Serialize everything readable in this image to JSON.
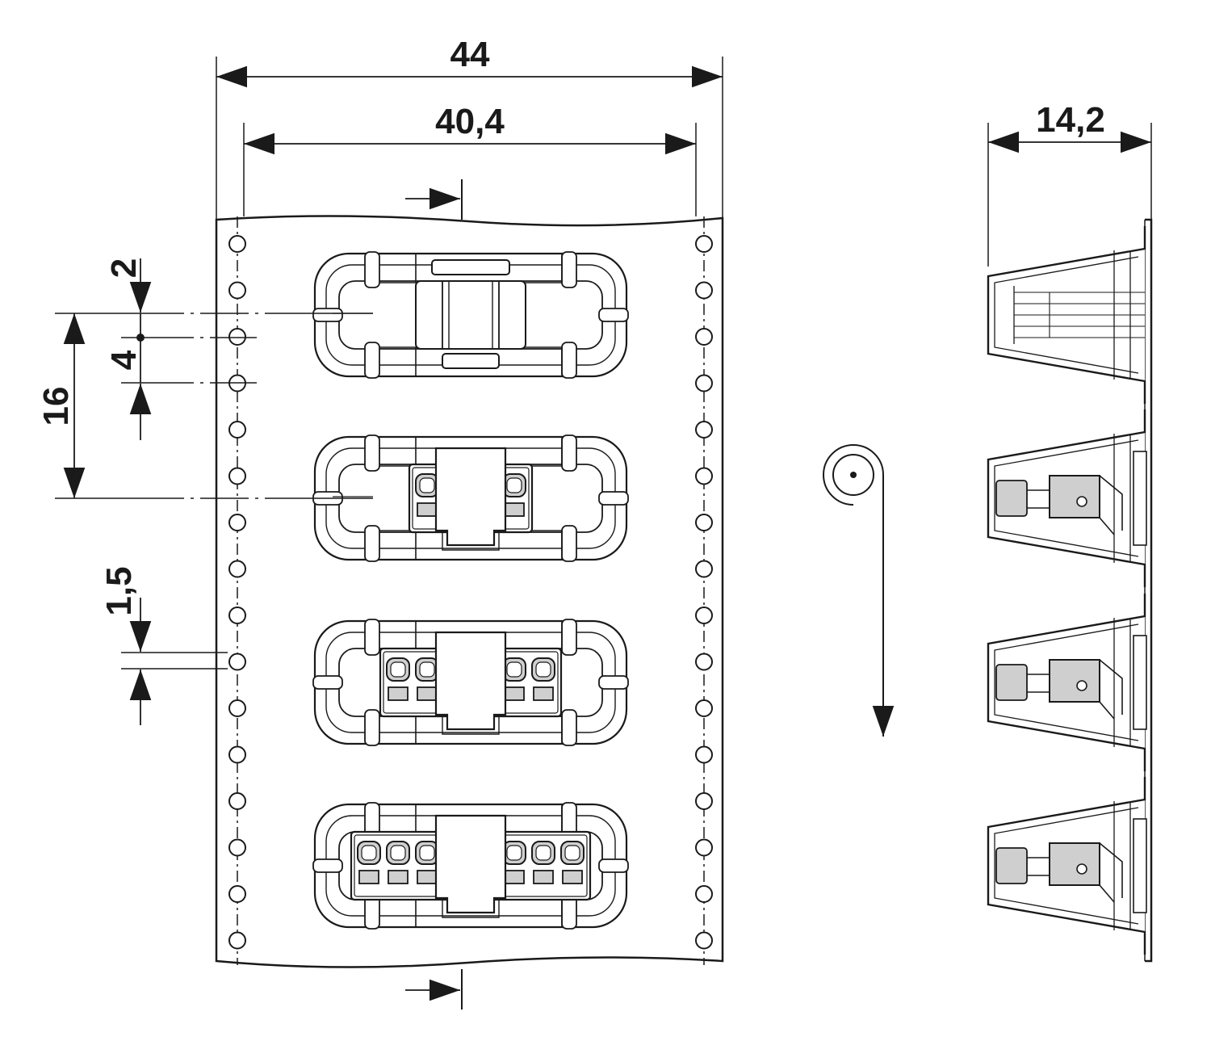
{
  "dimensions": {
    "overall_width": "44",
    "hole_pitch_width": "40,4",
    "side_depth": "14,2",
    "top_offset": "2",
    "hole_pitch": "4",
    "component_pitch": "16",
    "hole_diameter": "1,5"
  },
  "top_view": {
    "components": [
      {
        "pole_count": 0
      },
      {
        "pole_count": 4
      },
      {
        "pole_count": 6
      },
      {
        "pole_count": 8
      }
    ]
  },
  "feed_direction": "down",
  "colors": {
    "line": "#1a1a1a",
    "background": "#ffffff",
    "part_fill": "#ffffff",
    "pin_fill": "#cfcfcf"
  }
}
